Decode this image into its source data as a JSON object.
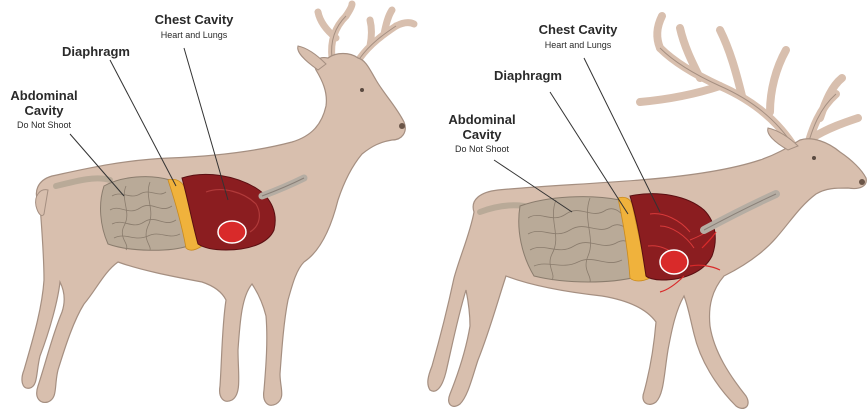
{
  "colors": {
    "body": "#d8bfae",
    "body_stroke": "#8a7467",
    "organ_gray": "#b9aa98",
    "organ_line": "#8a7c6d",
    "diaphragm": "#f0b23c",
    "chest": "#8b1d20",
    "heart": "#d92a2a",
    "trachea": "#b5ada3",
    "leader": "#333333"
  },
  "deer": {
    "chest_title": "Chest Cavity",
    "chest_sub": "Heart and Lungs",
    "diaphragm_title": "Diaphragm",
    "abdominal_title_1": "Abdominal",
    "abdominal_title_2": "Cavity",
    "abdominal_sub": "Do Not Shoot"
  },
  "elk": {
    "chest_title": "Chest Cavity",
    "chest_sub": "Heart and Lungs",
    "diaphragm_title": "Diaphragm",
    "abdominal_title_1": "Abdominal",
    "abdominal_title_2": "Cavity",
    "abdominal_sub": "Do Not Shoot"
  }
}
